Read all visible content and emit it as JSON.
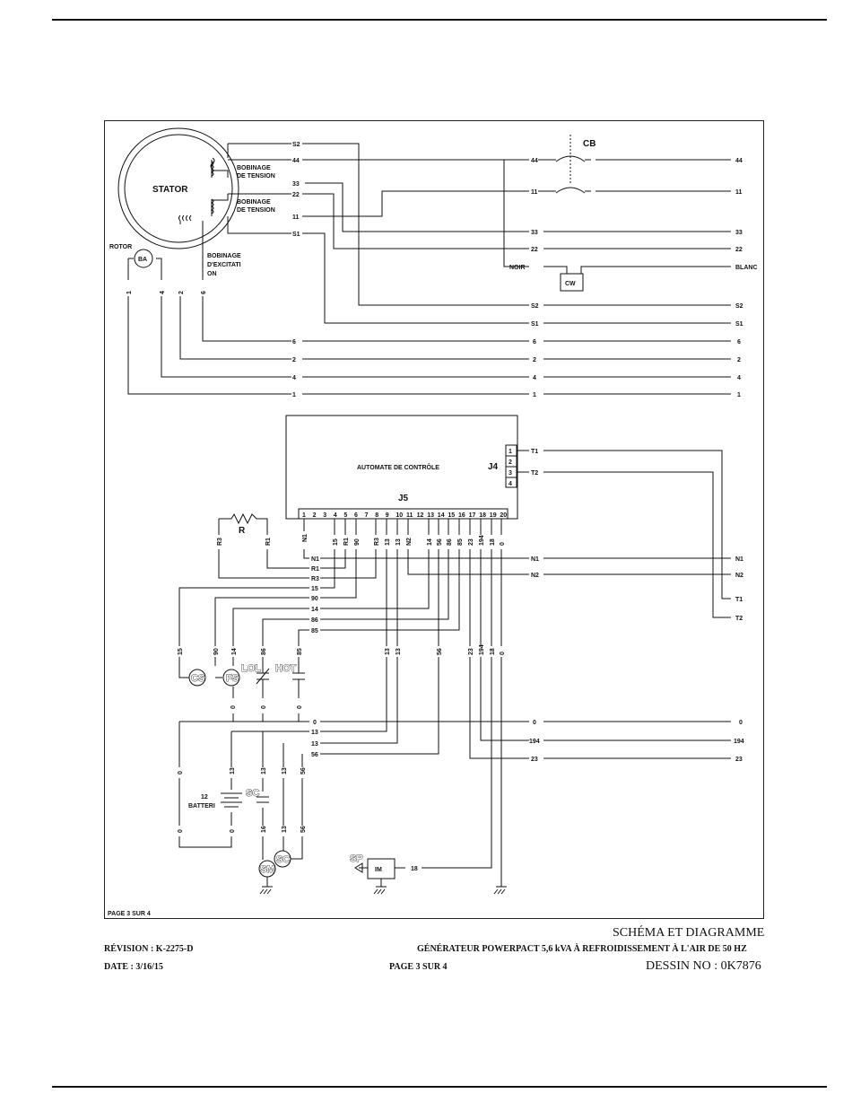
{
  "diagram": {
    "stator_label": "STATOR",
    "rotor_label": "ROTOR",
    "ba_label": "BA",
    "winding1_label": [
      "BOBINAGE",
      "DE TENSION"
    ],
    "winding2_label": [
      "BOBINAGE",
      "DE TENSION"
    ],
    "excitation_label": [
      "BOBINAGE",
      "D'EXCITATI",
      "ON"
    ],
    "cb_label": "CB",
    "cw_label": "CW",
    "noir_label": "NOIR",
    "blanc_label": "BLANC",
    "controller_label": "AUTOMATE DE CONTRÔLE",
    "j4_label": "J4",
    "j5_label": "J5",
    "j4_pins": [
      "1",
      "2",
      "3",
      "4"
    ],
    "j5_pins": [
      "1",
      "2",
      "3",
      "4",
      "5",
      "6",
      "7",
      "8",
      "9",
      "10",
      "11",
      "12",
      "13",
      "14",
      "15",
      "16",
      "17",
      "18",
      "19",
      "20"
    ],
    "j5_wires": [
      "N1",
      "15",
      "R1",
      "90",
      "R3",
      "13",
      "13",
      "N2",
      "14",
      "56",
      "86",
      "85",
      "23",
      "194",
      "18",
      "0"
    ],
    "resistor_label": "R",
    "r3": "R3",
    "r1": "R1",
    "cs": "CS",
    "fs": "FS",
    "lol": "LOL",
    "hot": "HOT",
    "battery_label": [
      "12",
      "BATTERI"
    ],
    "sc_label": "SC",
    "sm_label": "SM",
    "sp_label": "SP",
    "im_label": "IM",
    "wire_labels": {
      "s2": "S2",
      "w44": "44",
      "w33": "33",
      "w22": "22",
      "w11": "11",
      "s1": "S1",
      "w6": "6",
      "w2": "2",
      "w4": "4",
      "w1": "1",
      "t1": "T1",
      "t2": "T2",
      "n1": "N1",
      "n2": "N2",
      "r1": "R1",
      "r3": "R3",
      "w15": "15",
      "w90": "90",
      "w14": "14",
      "w86": "86",
      "w85": "85",
      "w13": "13",
      "w56": "56",
      "w23": "23",
      "w194": "194",
      "w18": "18",
      "w0": "0",
      "w16": "16"
    },
    "page_inner": "PAGE 3 SUR 4"
  },
  "footer": {
    "title": "SCHÉMA ET DIAGRAMME",
    "revision": "RÉVISION : K-2275-D",
    "subtitle": "GÉNÉRATEUR POWERPACT 5,6 kVA À REFROIDISSEMENT À L'AIR DE 50 HZ",
    "date": "DATE : 3/16/15",
    "page": "PAGE 3 SUR 4",
    "drawing": "DESSIN NO : 0K7876"
  }
}
